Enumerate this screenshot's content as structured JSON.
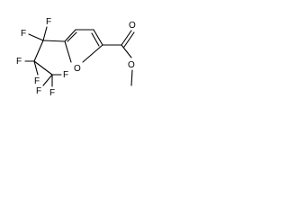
{
  "molecule": {
    "atoms": {
      "f1": "F",
      "f2": "F",
      "f3": "F",
      "f4": "F",
      "f5": "F",
      "f6": "F",
      "f7": "F",
      "ring_o": "O",
      "carbonyl_o": "O",
      "ester_o": "O"
    }
  }
}
